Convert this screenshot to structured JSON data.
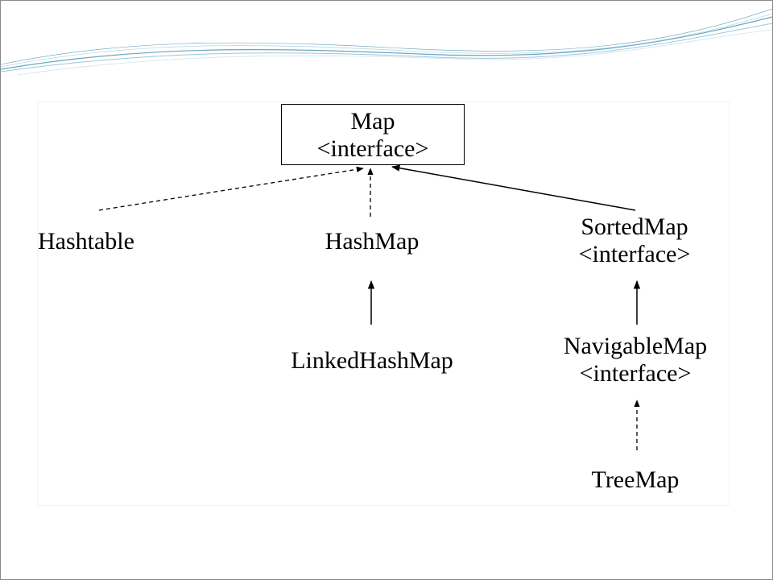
{
  "diagram": {
    "nodes": {
      "map": {
        "name": "Map",
        "stereotype": "<interface>"
      },
      "hashtable": {
        "name": "Hashtable"
      },
      "hashmap": {
        "name": "HashMap"
      },
      "sortedmap": {
        "name": "SortedMap",
        "stereotype": "<interface>"
      },
      "linkedhashmap": {
        "name": "LinkedHashMap"
      },
      "navigablemap": {
        "name": "NavigableMap",
        "stereotype": "<interface>"
      },
      "treemap": {
        "name": "TreeMap"
      }
    },
    "edges": [
      {
        "from": "Hashtable",
        "to": "Map",
        "style": "dashed"
      },
      {
        "from": "HashMap",
        "to": "Map",
        "style": "dashed"
      },
      {
        "from": "SortedMap",
        "to": "Map",
        "style": "solid"
      },
      {
        "from": "LinkedHashMap",
        "to": "HashMap",
        "style": "solid"
      },
      {
        "from": "NavigableMap",
        "to": "SortedMap",
        "style": "solid"
      },
      {
        "from": "TreeMap",
        "to": "NavigableMap",
        "style": "dashed"
      }
    ]
  },
  "colors": {
    "slide_background": "#ffffff",
    "wave_accent": "#7fb3c9",
    "line": "#000000"
  }
}
